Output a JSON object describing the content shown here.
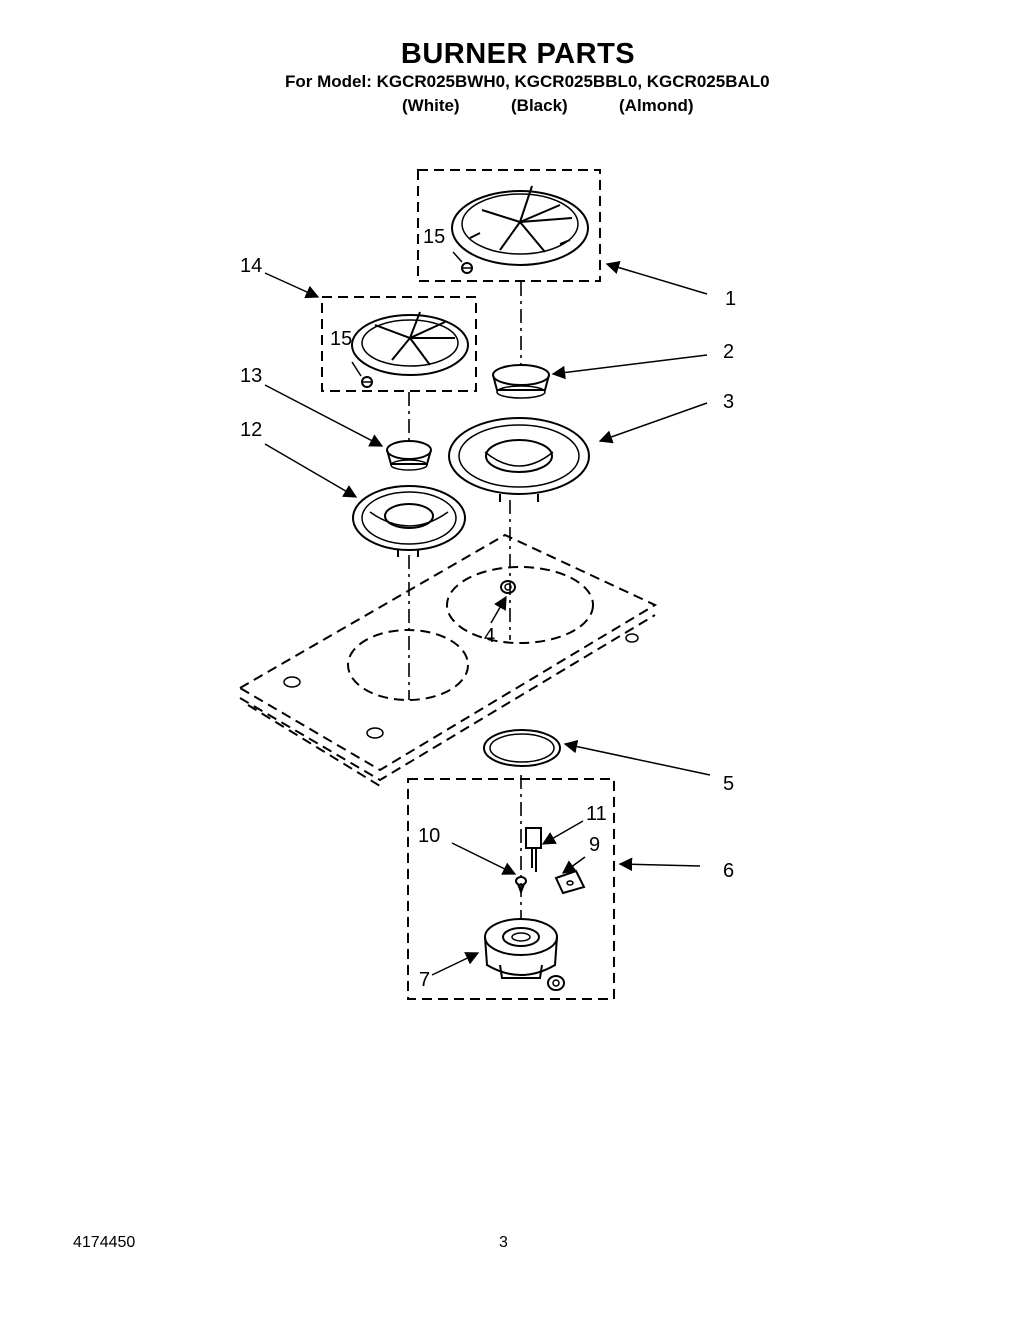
{
  "header": {
    "title": "BURNER PARTS",
    "model_line": "For Model: KGCR025BWH0, KGCR025BBL0, KGCR025BAL0",
    "colors": [
      "(White)",
      "(Black)",
      "(Almond)"
    ]
  },
  "callouts": [
    "1",
    "2",
    "3",
    "4",
    "5",
    "6",
    "7",
    "9",
    "10",
    "11",
    "12",
    "13",
    "14",
    "15",
    "15"
  ],
  "footer": {
    "doc_number": "4174450",
    "page_number": "3"
  }
}
